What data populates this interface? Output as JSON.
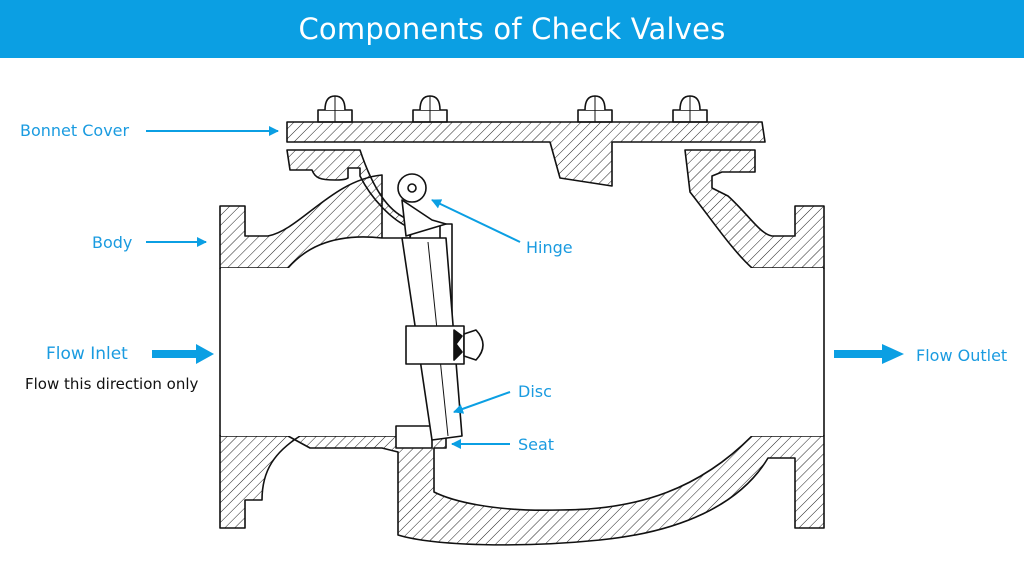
{
  "title": "Components of Check Valves",
  "labels": {
    "bonnet_cover": "Bonnet Cover",
    "body": "Body",
    "flow_inlet": "Flow Inlet",
    "flow_note": "Flow this direction only",
    "hinge": "Hinge",
    "disc": "Disc",
    "seat": "Seat",
    "flow_outlet": "Flow Outlet"
  },
  "colors": {
    "header": "#0b9fe3",
    "label": "#1a9be0",
    "arrow": "#0b9fe3",
    "outline": "#111111"
  }
}
